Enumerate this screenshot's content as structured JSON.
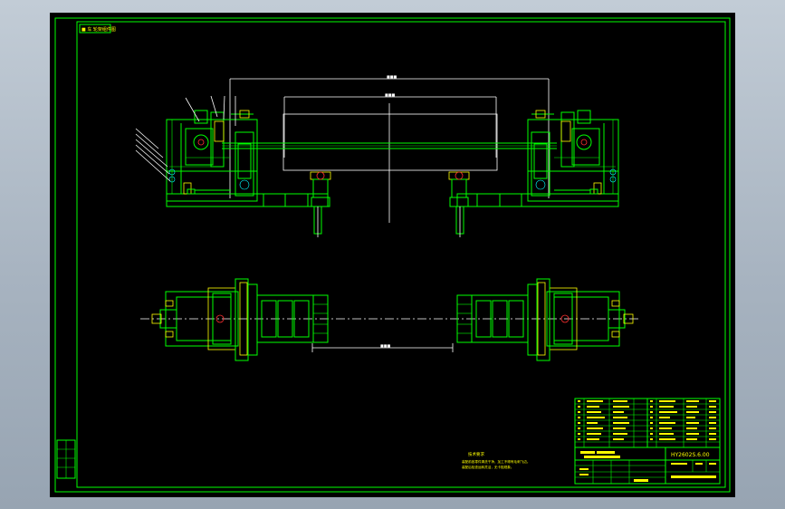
{
  "drawing": {
    "drawing_number": "HY2602S.6.00",
    "top_left_tag": "■ 车 轮架组件图",
    "tech_req_title": "技术要求",
    "tech_req_line1": "装配前各零件清洗干净，加工不得有毛刺飞边。",
    "tech_req_line2": "装配后检查运转灵活，无卡阻现象。"
  },
  "colors": {
    "line": "#00ff00",
    "dim": "#ffffff",
    "text": "#ffff00",
    "accent_red": "#ff3030",
    "accent_cyan": "#00ffff",
    "sheet_bg": "#000000"
  }
}
